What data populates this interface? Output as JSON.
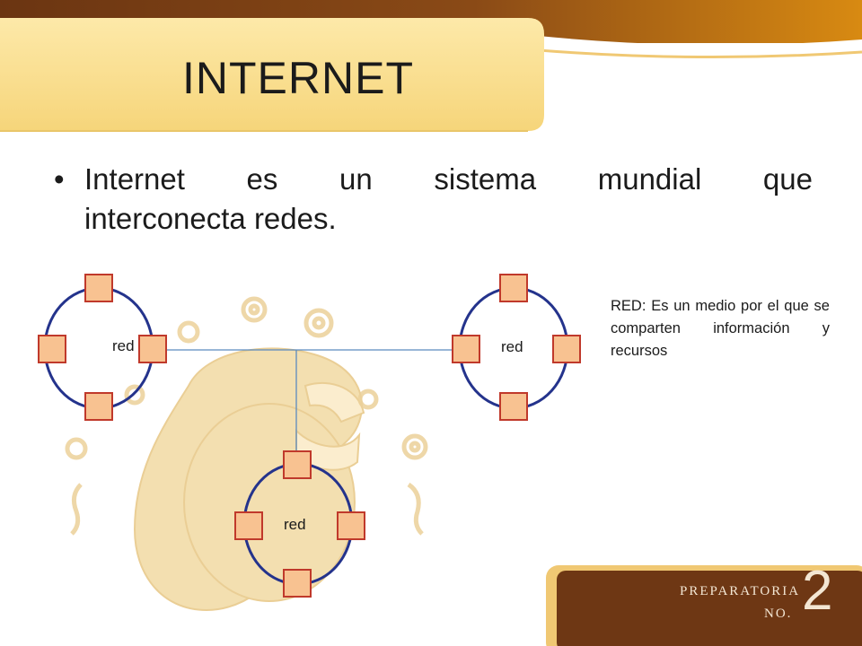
{
  "title": "INTERNET",
  "bullet": {
    "line1": "Internet es un sistema mundial que",
    "line2": "interconecta redes."
  },
  "networks": [
    {
      "label": "red"
    },
    {
      "label": "red"
    },
    {
      "label": "red"
    }
  ],
  "definition": "RED: Es un medio por el que se comparten información y recursos",
  "footer": {
    "line1": "PREPARATORIA",
    "line2": "NO.",
    "number": "2"
  },
  "colors": {
    "node_fill": "#f8c291",
    "node_stroke": "#c0392b",
    "ring_stroke": "#24338c",
    "link_stroke": "#5b8bbf",
    "title_band": "#fbe49a"
  }
}
